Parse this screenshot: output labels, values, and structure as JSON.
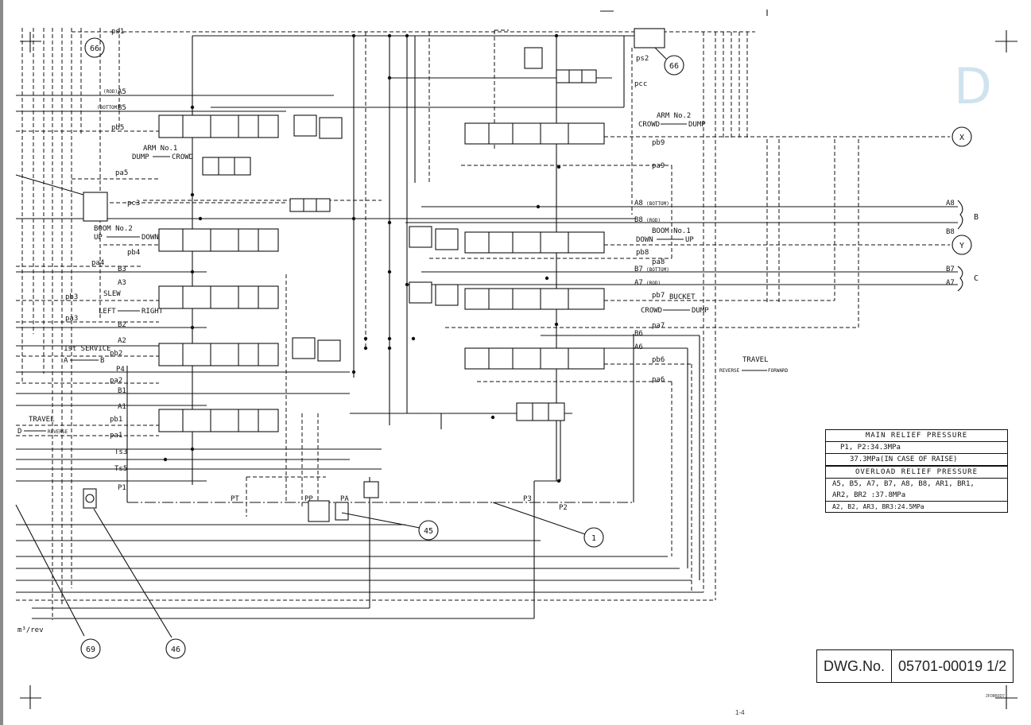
{
  "sheet_letter": "D",
  "callouts": {
    "c66_top": "66",
    "c66_right": "66",
    "c45": "45",
    "c1": "1",
    "c69": "69",
    "c46": "46",
    "cX": "X",
    "cY": "Y"
  },
  "ports": {
    "ps1": "ps1",
    "ps2": "ps2",
    "pcc": "pcc",
    "pb5": "pb5",
    "pa5": "pa5",
    "pc3": "pc3",
    "pb4": "pb4",
    "pa4": "pa4",
    "pb3": "pb3",
    "pa3": "pa3",
    "pb2": "pb2",
    "pa2": "pa2",
    "pb1": "pb1",
    "pa1": "pa1",
    "ts3": "Ts3",
    "ts5": "Ts5",
    "p1": "P1",
    "p4": "P4",
    "p2": "P2",
    "p3": "P3",
    "pt": "PT",
    "pp": "PP",
    "pa": "PA",
    "pb9": "pb9",
    "pa9": "pa9",
    "pb8": "pb8",
    "pa8": "pa8",
    "pb7": "pb7",
    "pa7": "pa7",
    "pb6": "pb6",
    "pa6": "pa6",
    "a5": "A5",
    "b5": "B5",
    "a5_tag": "(ROD)",
    "b5_tag": "(BOTTOM)",
    "b3": "B3",
    "a3": "A3",
    "b2": "B2",
    "a2": "A2",
    "b1": "B1",
    "a1": "A1",
    "a8": "A8",
    "a8_tag": "(BOTTOM)",
    "b8": "B8",
    "b8_tag": "(ROD)",
    "b7": "B7",
    "b7_tag": "(BOTTOM)",
    "a7": "A7",
    "a7_tag": "(ROD)",
    "b6": "B6",
    "a6": "A6",
    "right_a8": "A8",
    "right_b8": "B8",
    "right_b7": "B7",
    "right_a7": "A7",
    "group_b": "B",
    "group_c": "C"
  },
  "functions": {
    "arm1_title": "ARM No.1",
    "arm1_dir_left": "DUMP",
    "arm1_dir_right": "CROWD",
    "boom2_title": "BOOM No.2",
    "boom2_dir_left": "UP",
    "boom2_dir_right": "DOWN",
    "slew_title": "SLEW",
    "slew_dir_left": "LEFT",
    "slew_dir_right": "RIGHT",
    "service_title": "1st SERVICE",
    "service_dir_left": "A",
    "service_dir_right": "B",
    "travel_left_title": "TRAVEL",
    "travel_left_dir": "REVERSE",
    "travel_left_cut": "D",
    "arm2_title": "ARM No.2",
    "arm2_dir_left": "CROWD",
    "arm2_dir_right": "DUMP",
    "boom1_title": "BOOM No.1",
    "boom1_dir_left": "DOWN",
    "boom1_dir_right": "UP",
    "bucket_title": "BUCKET",
    "bucket_dir_left": "CROWD",
    "bucket_dir_right": "DUMP",
    "travel_right_title": "TRAVEL",
    "travel_right_dir_left": "REVERSE",
    "travel_right_dir_right": "FORWARD"
  },
  "unit_label": "m³/rev",
  "relief_table": {
    "main_header": "MAIN RELIEF PRESSURE",
    "main_line1": "P1, P2:34.3MPa",
    "main_line2": "37.3MPa(IN CASE OF RAISE)",
    "overload_header": "OVERLOAD RELIEF PRESSURE",
    "overload_line1": "A5, B5, A7, B7, A8, B8, AR1, BR1,",
    "overload_line2": "AR2, BR2 :37.8MPa",
    "overload_line3": "A2, B2, AR3, BR3:24.5MPa"
  },
  "drawing_number": {
    "label": "DWG.No.",
    "value": "05701-00019 1/2"
  },
  "page_number": "1-4",
  "corner_code": "2F08B0D7"
}
